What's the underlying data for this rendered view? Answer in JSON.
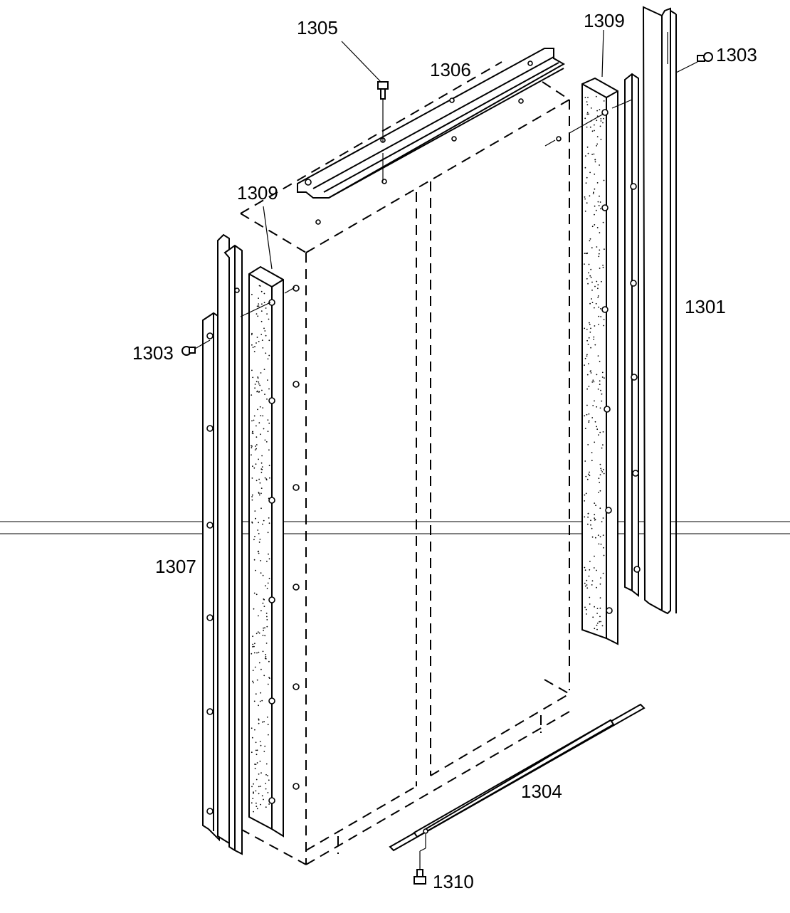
{
  "labels": {
    "p1301": "1301",
    "p1303_right": "1303",
    "p1303_left": "1303",
    "p1304": "1304",
    "p1305": "1305",
    "p1306": "1306",
    "p1307": "1307",
    "p1309_left": "1309",
    "p1309_right": "1309",
    "p1310": "1310"
  }
}
